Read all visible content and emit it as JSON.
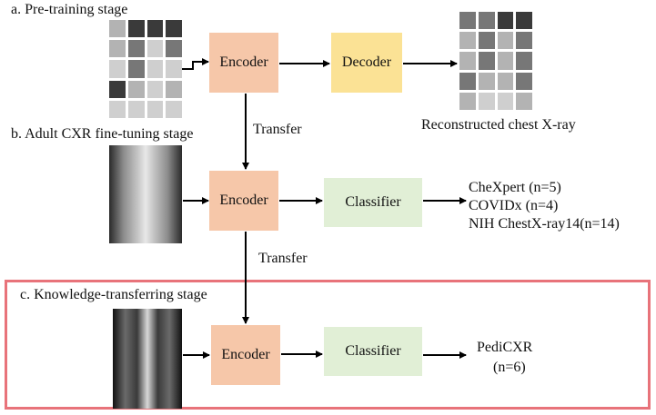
{
  "stages": {
    "a": "a. Pre-training stage",
    "b": "b. Adult CXR fine-tuning stage",
    "c": "c. Knowledge-transferring stage"
  },
  "boxes": {
    "encoder": "Encoder",
    "decoder": "Decoder",
    "classifier": "Classifier"
  },
  "transfer_label": "Transfer",
  "reconstructed_label": "Reconstructed chest X-ray",
  "adult_datasets": [
    "CheXpert (n=5)",
    "COVIDx (n=4)",
    "NIH ChestX-ray14(n=14)"
  ],
  "pediatric_dataset": [
    "PediCXR",
    "(n=6)"
  ],
  "colors": {
    "encoder": "#f6c7a9",
    "decoder": "#fbe295",
    "classifier": "#e1efd6",
    "highlight_border": "#e8737a"
  }
}
